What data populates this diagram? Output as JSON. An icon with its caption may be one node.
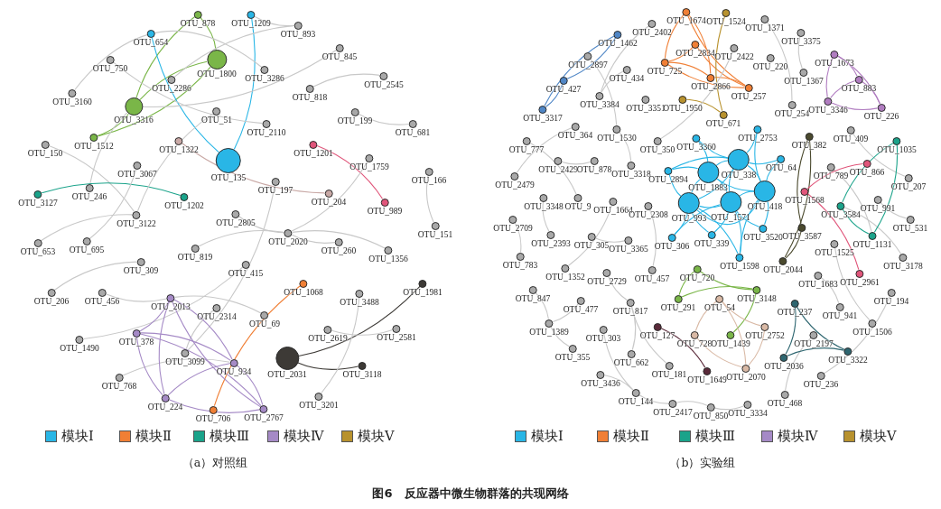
{
  "diagram": {
    "caption": "图6　反应器中微生物群落的共现网络",
    "nodes": [
      {
        "text": [
          "OTU_878"
        ]
      },
      {
        "text": [
          "OTU_1209"
        ]
      },
      {
        "text": [
          "OTU_893"
        ]
      },
      {
        "text": [
          "OTU_654"
        ]
      },
      {
        "text": [
          "OTU_845"
        ]
      },
      {
        "text": [
          "OTU_750"
        ]
      },
      {
        "text": [
          "OTU_1800"
        ]
      },
      {
        "text": [
          "OTU_3286"
        ]
      },
      {
        "text": [
          "OTU_2286"
        ]
      },
      {
        "text": [
          "OTU_818"
        ]
      },
      {
        "text": [
          "OTU_2545"
        ]
      },
      {
        "text": [
          "OTU_3160"
        ]
      },
      {
        "text": [
          "OTU_3316"
        ]
      },
      {
        "text": [
          "OTU_51"
        ]
      },
      {
        "text": [
          "OTU_199"
        ]
      },
      {
        "text": [
          "OTU_2110"
        ]
      },
      {
        "text": [
          "OTU_681"
        ]
      },
      {
        "text": [
          "OTU_1512"
        ]
      },
      {
        "text": [
          "OTU_150"
        ]
      },
      {
        "text": [
          "OTU_1322"
        ]
      },
      {
        "text": [
          "OTU_135"
        ]
      },
      {
        "text": [
          "OTU_1201"
        ]
      },
      {
        "text": [
          "OTU_1759"
        ]
      },
      {
        "text": [
          "OTU_3067"
        ]
      },
      {
        "text": [
          "OTU_166"
        ]
      },
      {
        "text": [
          "OTU_197"
        ]
      },
      {
        "text": [
          "OTU_204"
        ]
      },
      {
        "text": [
          "OTU_246"
        ]
      },
      {
        "text": [
          "OTU_3127"
        ]
      },
      {
        "text": [
          "OTU_1202"
        ]
      },
      {
        "text": [
          "OTU_989"
        ]
      },
      {
        "text": [
          "OTU_3122"
        ]
      },
      {
        "text": [
          "OTU_2805"
        ]
      },
      {
        "text": [
          "OTU_2020"
        ]
      },
      {
        "text": [
          "OTU_151"
        ]
      },
      {
        "text": [
          "OTU_653"
        ]
      },
      {
        "text": [
          "OTU_695"
        ]
      },
      {
        "text": [
          "OTU_819"
        ]
      },
      {
        "text": [
          "OTU_260"
        ]
      },
      {
        "text": [
          "OTU_1356"
        ]
      },
      {
        "text": [
          "OTU_309"
        ]
      },
      {
        "text": [
          "OTU_415"
        ]
      },
      {
        "text": [
          "OTU_1068"
        ]
      },
      {
        "text": [
          "OTU_1981"
        ]
      },
      {
        "text": [
          "OTU_206"
        ]
      },
      {
        "text": [
          "OTU_456"
        ]
      },
      {
        "text": [
          "OTU_2013"
        ]
      },
      {
        "text": [
          "OTU_3488"
        ]
      },
      {
        "text": [
          "OTU_2314"
        ]
      },
      {
        "text": [
          "OTU_69"
        ]
      },
      {
        "text": [
          "OTU_378"
        ]
      },
      {
        "text": [
          "OTU_2619"
        ]
      },
      {
        "text": [
          "OTU_2581"
        ]
      },
      {
        "text": [
          "OTU_1490"
        ]
      },
      {
        "text": [
          "OTU_3099"
        ]
      },
      {
        "text": [
          "OTU_2031"
        ]
      },
      {
        "text": [
          "OTU_934"
        ]
      },
      {
        "text": [
          "OTU_3118"
        ]
      },
      {
        "text": [
          "OTU_768"
        ]
      },
      {
        "text": [
          "OTU_224"
        ]
      },
      {
        "text": [
          "OTU_3201"
        ]
      },
      {
        "text": [
          "OTU_706"
        ]
      },
      {
        "text": [
          "OTU_2767"
        ]
      },
      {
        "text": [
          "OTU_1674"
        ]
      },
      {
        "text": [
          "OTU_1524"
        ]
      },
      {
        "text": [
          "OTU_1371"
        ]
      },
      {
        "text": [
          "OTU_2402"
        ]
      },
      {
        "text": [
          "OTU_1462"
        ]
      },
      {
        "text": [
          "OTU_3375"
        ]
      },
      {
        "text": [
          "OTU_2834"
        ]
      },
      {
        "text": [
          "OTU_2422"
        ]
      },
      {
        "text": [
          "OTU_1673"
        ]
      },
      {
        "text": [
          "OTU_2897"
        ]
      },
      {
        "text": [
          "OTU_725"
        ]
      },
      {
        "text": [
          "OTU_220"
        ]
      },
      {
        "text": [
          "OTU_434"
        ]
      },
      {
        "text": [
          "OTU_1367"
        ]
      },
      {
        "text": [
          "OTU_2866"
        ]
      },
      {
        "text": [
          "OTU_883"
        ]
      },
      {
        "text": [
          "OTU_257"
        ]
      },
      {
        "text": [
          "OTU_427"
        ]
      },
      {
        "text": [
          "OTU_3384"
        ]
      },
      {
        "text": [
          "OTU_3351"
        ]
      },
      {
        "text": [
          "OTU_1950"
        ]
      },
      {
        "text": [
          "OTU_254"
        ]
      },
      {
        "text": [
          "OTU_3346"
        ]
      },
      {
        "text": [
          "OTU_226"
        ]
      },
      {
        "text": [
          "OTU_3317"
        ]
      },
      {
        "text": [
          "OTU_671"
        ]
      },
      {
        "text": [
          "OTU_364"
        ]
      },
      {
        "text": [
          "OTU_1530"
        ]
      },
      {
        "text": [
          "OTU_350"
        ]
      },
      {
        "text": [
          "OTU_2753"
        ]
      },
      {
        "text": [
          "OTU_382"
        ]
      },
      {
        "text": [
          "OTU_409"
        ]
      },
      {
        "text": [
          "OTU_3360"
        ]
      },
      {
        "text": [
          "OTU_1035"
        ]
      },
      {
        "text": [
          "OTU_777"
        ]
      },
      {
        "text": [
          "OTU_64"
        ]
      },
      {
        "text": [
          "OTU_338"
        ]
      },
      {
        "text": [
          "OTU_1883"
        ]
      },
      {
        "text": [
          "OTU_2429"
        ]
      },
      {
        "text": [
          "OTU_878"
        ]
      },
      {
        "text": [
          "OTU_3318"
        ]
      },
      {
        "text": [
          "OTU_2894"
        ]
      },
      {
        "text": [
          "OTU_789"
        ]
      },
      {
        "text": [
          "OTU_866"
        ]
      },
      {
        "text": [
          "OTU_2479"
        ]
      },
      {
        "text": [
          "OTU_207"
        ]
      },
      {
        "text": [
          "OTU_418"
        ]
      },
      {
        "text": [
          "OTU_1568"
        ]
      },
      {
        "text": [
          "OTU_993"
        ]
      },
      {
        "text": [
          "OTU_1571"
        ]
      },
      {
        "text": [
          "OTU_3348"
        ]
      },
      {
        "text": [
          "OTU_9"
        ]
      },
      {
        "text": [
          "OTU_1664"
        ]
      },
      {
        "text": [
          "OTU_2308"
        ]
      },
      {
        "text": [
          "OTU_3584"
        ]
      },
      {
        "text": [
          "OTU_991"
        ]
      },
      {
        "text": [
          "OTU_531"
        ]
      },
      {
        "text": [
          "OTU_2709"
        ]
      },
      {
        "text": [
          "OTU_306"
        ]
      },
      {
        "text": [
          "OTU_339"
        ]
      },
      {
        "text": [
          "OTU_3520"
        ]
      },
      {
        "text": [
          "OTU_3587"
        ]
      },
      {
        "text": [
          "OTU_1131"
        ]
      },
      {
        "text": [
          "OTU_2393"
        ]
      },
      {
        "text": [
          "OTU_305"
        ]
      },
      {
        "text": [
          "OTU_3365"
        ]
      },
      {
        "text": [
          "OTU_783"
        ]
      },
      {
        "text": [
          "OTU_1598"
        ]
      },
      {
        "text": [
          "OTU_2044"
        ]
      },
      {
        "text": [
          "OTU_1525"
        ]
      },
      {
        "text": [
          "OTU_3178"
        ]
      },
      {
        "text": [
          "OTU_1352"
        ]
      },
      {
        "text": [
          "OTU_2729"
        ]
      },
      {
        "text": [
          "OTU_457"
        ]
      },
      {
        "text": [
          "OTU_720"
        ]
      },
      {
        "text": [
          "OTU_1683"
        ]
      },
      {
        "text": [
          "OTU_2961"
        ]
      },
      {
        "text": [
          "OTU_847"
        ]
      },
      {
        "text": [
          "OTU_3148"
        ]
      },
      {
        "text": [
          "OTU_194"
        ]
      },
      {
        "text": [
          "OTU_477"
        ]
      },
      {
        "text": [
          "OTU_817"
        ]
      },
      {
        "text": [
          "OTU_291"
        ]
      },
      {
        "text": [
          "OTU_54"
        ]
      },
      {
        "text": [
          "OTU_237"
        ]
      },
      {
        "text": [
          "OTU_941"
        ]
      },
      {
        "text": [
          "OTU_1389"
        ]
      },
      {
        "text": [
          "OTU_303"
        ]
      },
      {
        "text": [
          "OTU_127"
        ]
      },
      {
        "text": [
          "OTU_728"
        ]
      },
      {
        "text": [
          "OTU_2752"
        ]
      },
      {
        "text": [
          "OTU_1439"
        ]
      },
      {
        "text": [
          "OTU_2197"
        ]
      },
      {
        "text": [
          "OTU_1506"
        ]
      },
      {
        "text": [
          "OTU_355"
        ]
      },
      {
        "text": [
          "OTU_662"
        ]
      },
      {
        "text": [
          "OTU_181"
        ]
      },
      {
        "text": [
          "OTU_2036"
        ]
      },
      {
        "text": [
          "OTU_3322"
        ]
      },
      {
        "text": [
          "OTU_1649"
        ]
      },
      {
        "text": [
          "OTU_2070"
        ]
      },
      {
        "text": [
          "OTU_236"
        ]
      },
      {
        "text": [
          "OTU_3436"
        ]
      },
      {
        "text": [
          "OTU_144"
        ]
      },
      {
        "text": [
          "OTU_468"
        ]
      },
      {
        "text": [
          "OTU_2417"
        ]
      },
      {
        "text": [
          "OTU_850"
        ]
      },
      {
        "text": [
          "OTU_3334"
        ]
      }
    ],
    "edges": [
      {
        "from": 0,
        "to": 6,
        "arrow": "none",
        "color": "#7ab648"
      },
      {
        "from": 0,
        "to": 12,
        "arrow": "none",
        "color": "#7ab648"
      },
      {
        "from": 6,
        "to": 17,
        "arrow": "none",
        "color": "#7ab648"
      },
      {
        "from": 6,
        "to": 12,
        "arrow": "none",
        "color": "#7ab648"
      },
      {
        "from": 12,
        "to": 17,
        "arrow": "none",
        "color": "#7ab648"
      },
      {
        "from": 3,
        "to": 20,
        "arrow": "none",
        "color": "#29b6e6"
      },
      {
        "from": 1,
        "to": 20,
        "arrow": "none",
        "color": "#29b6e6"
      },
      {
        "from": 1,
        "to": 2,
        "arrow": "none"
      },
      {
        "from": 11,
        "to": 7,
        "arrow": "none"
      },
      {
        "from": 5,
        "to": 15,
        "arrow": "none"
      },
      {
        "from": 8,
        "to": 2,
        "arrow": "none"
      },
      {
        "from": 12,
        "to": 4,
        "arrow": "none"
      },
      {
        "from": 9,
        "to": 10,
        "arrow": "none"
      },
      {
        "from": 14,
        "to": 16,
        "arrow": "none"
      },
      {
        "from": 21,
        "to": 30,
        "arrow": "none",
        "color": "#e0557a"
      },
      {
        "from": 19,
        "to": 26,
        "arrow": "none",
        "color": "#c9a9a6"
      },
      {
        "from": 22,
        "to": 33,
        "arrow": "none"
      },
      {
        "from": 24,
        "to": 34,
        "arrow": "none"
      },
      {
        "from": 18,
        "to": 31,
        "arrow": "none"
      },
      {
        "from": 12,
        "to": 27,
        "arrow": "none"
      },
      {
        "from": 28,
        "to": 29,
        "arrow": "none",
        "color": "#1aa38a"
      },
      {
        "from": 13,
        "to": 31,
        "arrow": "none"
      },
      {
        "from": 23,
        "to": 36,
        "arrow": "none"
      },
      {
        "from": 31,
        "to": 35,
        "arrow": "none"
      },
      {
        "from": 25,
        "to": 54,
        "arrow": "none"
      },
      {
        "from": 32,
        "to": 33,
        "arrow": "none"
      },
      {
        "from": 37,
        "to": 33,
        "arrow": "none"
      },
      {
        "from": 33,
        "to": 38,
        "arrow": "none"
      },
      {
        "from": 33,
        "to": 39,
        "arrow": "none"
      },
      {
        "from": 40,
        "to": 44,
        "arrow": "none"
      },
      {
        "from": 41,
        "to": 53,
        "arrow": "none"
      },
      {
        "from": 45,
        "to": 46,
        "arrow": "none"
      },
      {
        "from": 46,
        "to": 49,
        "arrow": "none"
      },
      {
        "from": 48,
        "to": 54,
        "arrow": "none"
      },
      {
        "from": 58,
        "to": 56,
        "arrow": "none"
      },
      {
        "from": 42,
        "to": 61,
        "arrow": "none",
        "color": "#f07f35"
      },
      {
        "from": 43,
        "to": 55,
        "arrow": "none",
        "color": "#3d3a36"
      },
      {
        "from": 55,
        "to": 57,
        "arrow": "none",
        "color": "#3d3a36"
      },
      {
        "from": 47,
        "to": 60,
        "arrow": "none"
      },
      {
        "from": 51,
        "to": 52,
        "arrow": "none"
      },
      {
        "from": 46,
        "to": 50,
        "arrow": "none",
        "color": "#a58ac6"
      },
      {
        "from": 46,
        "to": 59,
        "arrow": "none",
        "color": "#a58ac6"
      },
      {
        "from": 46,
        "to": 56,
        "arrow": "none",
        "color": "#a58ac6"
      },
      {
        "from": 46,
        "to": 62,
        "arrow": "none",
        "color": "#a58ac6"
      },
      {
        "from": 50,
        "to": 56,
        "arrow": "none",
        "color": "#a58ac6"
      },
      {
        "from": 50,
        "to": 59,
        "arrow": "none",
        "color": "#a58ac6"
      },
      {
        "from": 50,
        "to": 62,
        "arrow": "none",
        "color": "#a58ac6"
      },
      {
        "from": 56,
        "to": 59,
        "arrow": "none",
        "color": "#a58ac6"
      },
      {
        "from": 56,
        "to": 62,
        "arrow": "none",
        "color": "#a58ac6"
      },
      {
        "from": 59,
        "to": 62,
        "arrow": "none",
        "color": "#a58ac6"
      },
      {
        "from": 67,
        "to": 80,
        "arrow": "none",
        "color": "#4f86c6"
      },
      {
        "from": 67,
        "to": 87,
        "arrow": "none",
        "color": "#4f86c6"
      },
      {
        "from": 80,
        "to": 87,
        "arrow": "none",
        "color": "#4f86c6"
      },
      {
        "from": 63,
        "to": 73,
        "arrow": "none",
        "color": "#f07f35"
      },
      {
        "from": 63,
        "to": 77,
        "arrow": "none",
        "color": "#f07f35"
      },
      {
        "from": 63,
        "to": 79,
        "arrow": "none",
        "color": "#f07f35"
      },
      {
        "from": 69,
        "to": 73,
        "arrow": "none",
        "color": "#f07f35"
      },
      {
        "from": 69,
        "to": 79,
        "arrow": "none",
        "color": "#f07f35"
      },
      {
        "from": 73,
        "to": 77,
        "arrow": "none",
        "color": "#f07f35"
      },
      {
        "from": 73,
        "to": 79,
        "arrow": "none",
        "color": "#f07f35"
      },
      {
        "from": 77,
        "to": 79,
        "arrow": "none",
        "color": "#f07f35"
      },
      {
        "from": 64,
        "to": 88,
        "arrow": "none",
        "color": "#b8922e"
      },
      {
        "from": 83,
        "to": 88,
        "arrow": "none",
        "color": "#b8922e"
      },
      {
        "from": 66,
        "to": 81,
        "arrow": "none"
      },
      {
        "from": 72,
        "to": 90,
        "arrow": "none"
      },
      {
        "from": 75,
        "to": 81,
        "arrow": "none"
      },
      {
        "from": 90,
        "to": 103,
        "arrow": "none"
      },
      {
        "from": 89,
        "to": 107,
        "arrow": "none"
      },
      {
        "from": 97,
        "to": 114,
        "arrow": "none"
      },
      {
        "from": 101,
        "to": 102,
        "arrow": "none"
      },
      {
        "from": 120,
        "to": 129,
        "arrow": "none"
      },
      {
        "from": 113,
        "to": 126,
        "arrow": "none"
      },
      {
        "from": 115,
        "to": 134,
        "arrow": "none"
      },
      {
        "from": 127,
        "to": 128,
        "arrow": "none"
      },
      {
        "from": 116,
        "to": 136,
        "arrow": "none"
      },
      {
        "from": 91,
        "to": 70,
        "arrow": "none"
      },
      {
        "from": 65,
        "to": 84,
        "arrow": "none"
      },
      {
        "from": 68,
        "to": 76,
        "arrow": "none"
      },
      {
        "from": 117,
        "to": 133,
        "arrow": "none"
      },
      {
        "from": 94,
        "to": 108,
        "arrow": "none"
      },
      {
        "from": 105,
        "to": 125,
        "arrow": "none"
      },
      {
        "from": 118,
        "to": 119,
        "arrow": "none"
      },
      {
        "from": 138,
        "to": 148,
        "arrow": "none"
      },
      {
        "from": 132,
        "to": 156,
        "arrow": "none"
      },
      {
        "from": 142,
        "to": 164,
        "arrow": "none"
      },
      {
        "from": 155,
        "to": 167,
        "arrow": "none"
      },
      {
        "from": 71,
        "to": 78,
        "arrow": "none",
        "color": "#b07cc0"
      },
      {
        "from": 71,
        "to": 85,
        "arrow": "none",
        "color": "#b07cc0"
      },
      {
        "from": 71,
        "to": 86,
        "arrow": "none",
        "color": "#b07cc0"
      },
      {
        "from": 78,
        "to": 85,
        "arrow": "none",
        "color": "#b07cc0"
      },
      {
        "from": 78,
        "to": 86,
        "arrow": "none",
        "color": "#b07cc0"
      },
      {
        "from": 85,
        "to": 86,
        "arrow": "none",
        "color": "#b07cc0"
      },
      {
        "from": 100,
        "to": 99,
        "arrow": "none",
        "color": "#29b6e6"
      },
      {
        "from": 100,
        "to": 111,
        "arrow": "none",
        "color": "#29b6e6"
      },
      {
        "from": 100,
        "to": 112,
        "arrow": "none",
        "color": "#29b6e6"
      },
      {
        "from": 100,
        "to": 109,
        "arrow": "none",
        "color": "#29b6e6"
      },
      {
        "from": 99,
        "to": 109,
        "arrow": "none",
        "color": "#29b6e6"
      },
      {
        "from": 99,
        "to": 112,
        "arrow": "none",
        "color": "#29b6e6"
      },
      {
        "from": 99,
        "to": 111,
        "arrow": "none",
        "color": "#29b6e6"
      },
      {
        "from": 111,
        "to": 112,
        "arrow": "none",
        "color": "#29b6e6"
      },
      {
        "from": 112,
        "to": 109,
        "arrow": "none",
        "color": "#29b6e6"
      },
      {
        "from": 111,
        "to": 109,
        "arrow": "none",
        "color": "#29b6e6"
      },
      {
        "from": 95,
        "to": 100,
        "arrow": "none",
        "color": "#29b6e6"
      },
      {
        "from": 95,
        "to": 99,
        "arrow": "none",
        "color": "#29b6e6"
      },
      {
        "from": 92,
        "to": 99,
        "arrow": "none",
        "color": "#29b6e6"
      },
      {
        "from": 92,
        "to": 109,
        "arrow": "none",
        "color": "#29b6e6"
      },
      {
        "from": 98,
        "to": 99,
        "arrow": "none",
        "color": "#29b6e6"
      },
      {
        "from": 98,
        "to": 109,
        "arrow": "none",
        "color": "#29b6e6"
      },
      {
        "from": 104,
        "to": 100,
        "arrow": "none",
        "color": "#29b6e6"
      },
      {
        "from": 104,
        "to": 111,
        "arrow": "none",
        "color": "#29b6e6"
      },
      {
        "from": 104,
        "to": 99,
        "arrow": "none",
        "color": "#29b6e6"
      },
      {
        "from": 121,
        "to": 111,
        "arrow": "none",
        "color": "#29b6e6"
      },
      {
        "from": 121,
        "to": 112,
        "arrow": "none",
        "color": "#29b6e6"
      },
      {
        "from": 122,
        "to": 112,
        "arrow": "none",
        "color": "#29b6e6"
      },
      {
        "from": 122,
        "to": 111,
        "arrow": "none",
        "color": "#29b6e6"
      },
      {
        "from": 123,
        "to": 109,
        "arrow": "none",
        "color": "#29b6e6"
      },
      {
        "from": 123,
        "to": 112,
        "arrow": "none",
        "color": "#29b6e6"
      },
      {
        "from": 130,
        "to": 112,
        "arrow": "none",
        "color": "#29b6e6"
      },
      {
        "from": 130,
        "to": 109,
        "arrow": "none",
        "color": "#29b6e6"
      },
      {
        "from": 130,
        "to": 111,
        "arrow": "none",
        "color": "#29b6e6"
      },
      {
        "from": 93,
        "to": 131,
        "arrow": "none",
        "color": "#4b4a2e"
      },
      {
        "from": 93,
        "to": 124,
        "arrow": "none",
        "color": "#4b4a2e"
      },
      {
        "from": 124,
        "to": 131,
        "arrow": "none",
        "color": "#4b4a2e"
      },
      {
        "from": 106,
        "to": 110,
        "arrow": "none",
        "color": "#e0557a"
      },
      {
        "from": 110,
        "to": 139,
        "arrow": "none",
        "color": "#e0557a"
      },
      {
        "from": 96,
        "to": 117,
        "arrow": "none",
        "color": "#1aa38a"
      },
      {
        "from": 96,
        "to": 125,
        "arrow": "none",
        "color": "#1aa38a"
      },
      {
        "from": 117,
        "to": 125,
        "arrow": "none",
        "color": "#1aa38a"
      },
      {
        "from": 147,
        "to": 160,
        "arrow": "none",
        "color": "#2e6670"
      },
      {
        "from": 147,
        "to": 161,
        "arrow": "none",
        "color": "#2e6670"
      },
      {
        "from": 160,
        "to": 161,
        "arrow": "none",
        "color": "#2e6670"
      },
      {
        "from": 137,
        "to": 145,
        "arrow": "none",
        "color": "#7ab648"
      },
      {
        "from": 145,
        "to": 141,
        "arrow": "none",
        "color": "#7ab648"
      },
      {
        "from": 137,
        "to": 141,
        "arrow": "none",
        "color": "#7ab648"
      },
      {
        "from": 141,
        "to": 154,
        "arrow": "none",
        "color": "#7ab648"
      },
      {
        "from": 146,
        "to": 152,
        "arrow": "none",
        "color": "#d9b9a5"
      },
      {
        "from": 146,
        "to": 163,
        "arrow": "none",
        "color": "#d9b9a5"
      },
      {
        "from": 146,
        "to": 153,
        "arrow": "none",
        "color": "#d9b9a5"
      },
      {
        "from": 153,
        "to": 163,
        "arrow": "none",
        "color": "#d9b9a5"
      },
      {
        "from": 152,
        "to": 163,
        "arrow": "none",
        "color": "#d9b9a5"
      },
      {
        "from": 151,
        "to": 162,
        "arrow": "none",
        "color": "#5a2a3a"
      },
      {
        "from": 135,
        "to": 144,
        "arrow": "none"
      },
      {
        "from": 144,
        "to": 158,
        "arrow": "none"
      },
      {
        "from": 144,
        "to": 159,
        "arrow": "none"
      },
      {
        "from": 140,
        "to": 149,
        "arrow": "none"
      },
      {
        "from": 149,
        "to": 157,
        "arrow": "none"
      },
      {
        "from": 143,
        "to": 149,
        "arrow": "none"
      },
      {
        "from": 150,
        "to": 166,
        "arrow": "none"
      },
      {
        "from": 165,
        "to": 166,
        "arrow": "none"
      },
      {
        "from": 166,
        "to": 168,
        "arrow": "none"
      },
      {
        "from": 168,
        "to": 169,
        "arrow": "none"
      },
      {
        "from": 169,
        "to": 170,
        "arrow": "none"
      }
    ],
    "labels": [
      "（a）对照组",
      "（b）实验组"
    ],
    "legend": [
      {
        "text": "模块Ⅰ",
        "color": "#29b6e6"
      },
      {
        "text": "模块Ⅱ",
        "color": "#f07f35"
      },
      {
        "text": "模块Ⅲ",
        "color": "#1aa38a"
      },
      {
        "text": "模块Ⅳ",
        "color": "#a58ac6"
      },
      {
        "text": "模块Ⅴ",
        "color": "#b8922e"
      },
      {
        "text": "模块Ⅰ",
        "color": "#29b6e6"
      },
      {
        "text": "模块Ⅱ",
        "color": "#f07f35"
      },
      {
        "text": "模块Ⅲ",
        "color": "#1aa38a"
      },
      {
        "text": "模块Ⅳ",
        "color": "#a58ac6"
      },
      {
        "text": "模块Ⅴ",
        "color": "#b8922e"
      }
    ]
  }
}
